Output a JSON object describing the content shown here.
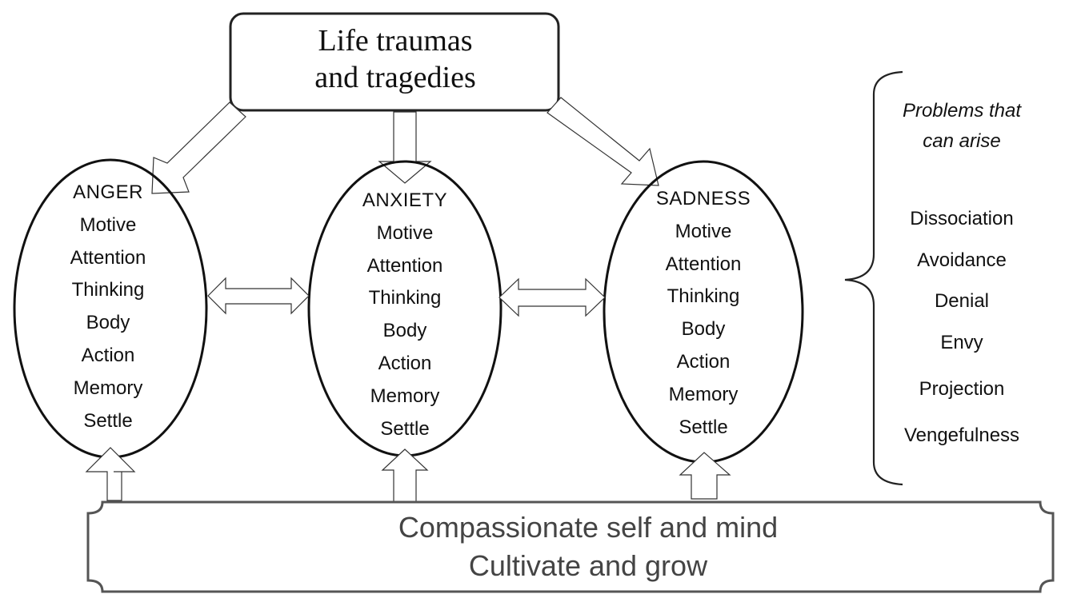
{
  "top_box": {
    "line1": "Life traumas",
    "line2": "and tragedies"
  },
  "emotions": [
    {
      "title": "ANGER",
      "items": [
        "Motive",
        "Attention",
        "Thinking",
        "Body",
        "Action",
        "Memory",
        "Settle"
      ]
    },
    {
      "title": "ANXIETY",
      "items": [
        "Motive",
        "Attention",
        "Thinking",
        "Body",
        "Action",
        "Memory",
        "Settle"
      ]
    },
    {
      "title": "SADNESS",
      "items": [
        "Motive",
        "Attention",
        "Thinking",
        "Body",
        "Action",
        "Memory",
        "Settle"
      ]
    }
  ],
  "problems": {
    "heading_line1": "Problems that",
    "heading_line2": "can arise",
    "items": [
      "Dissociation",
      "Avoidance",
      "Denial",
      "Envy",
      "Projection",
      "Vengefulness"
    ]
  },
  "bottom_box": {
    "line1": "Compassionate self and mind",
    "line2": "Cultivate and grow"
  },
  "colors": {
    "stroke": "#222222",
    "text": "#111111",
    "bottom_text": "#444444",
    "bottom_stroke": "#555555"
  }
}
